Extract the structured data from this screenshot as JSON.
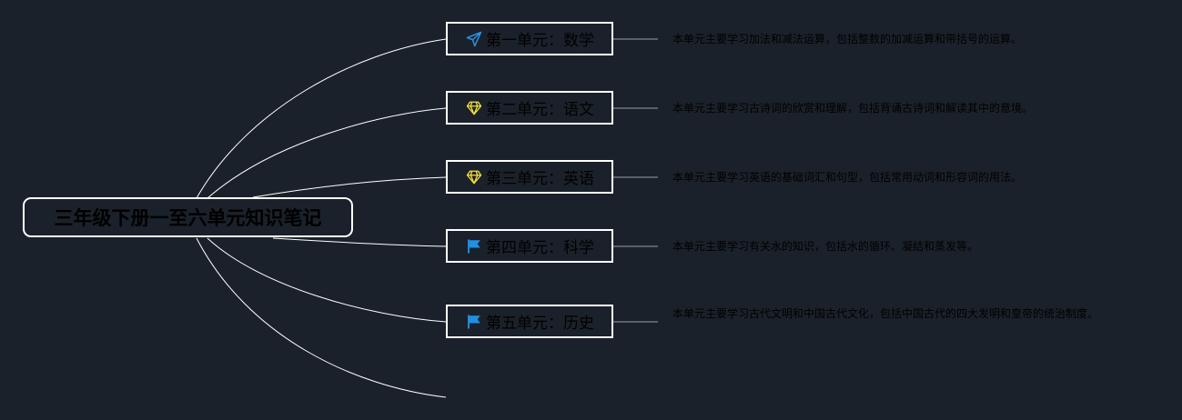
{
  "root": {
    "title": "三年级下册一至六单元知识笔记"
  },
  "colors": {
    "background": "#1b212a",
    "line": "#ffffff",
    "note_line": "#9aa0a6",
    "plane_icon": "#2f8fe0",
    "diamond_icon": "#f2df3c",
    "flag_icon": "#1e90e6"
  },
  "units": [
    {
      "title": "第一单元：数学",
      "icon": "paper-plane-icon",
      "note": "本单元主要学习加法和减法运算，包括整数的加减运算和带括号的运算。"
    },
    {
      "title": "第二单元：语文",
      "icon": "diamond-icon",
      "note": "本单元主要学习古诗词的欣赏和理解，包括背诵古诗词和解读其中的意境。"
    },
    {
      "title": "第三单元：英语",
      "icon": "diamond-icon",
      "note": "本单元主要学习英语的基础词汇和句型，包括常用动词和形容词的用法。"
    },
    {
      "title": "第四单元：科学",
      "icon": "flag-icon",
      "note": "本单元主要学习有关水的知识，包括水的循环、凝结和蒸发等。"
    },
    {
      "title": "第五单元：历史",
      "icon": "flag-icon",
      "note": "本单元主要学习古代文明和中国古代文化，包括中国古代的四大发明和皇帝的统治制度。"
    }
  ]
}
